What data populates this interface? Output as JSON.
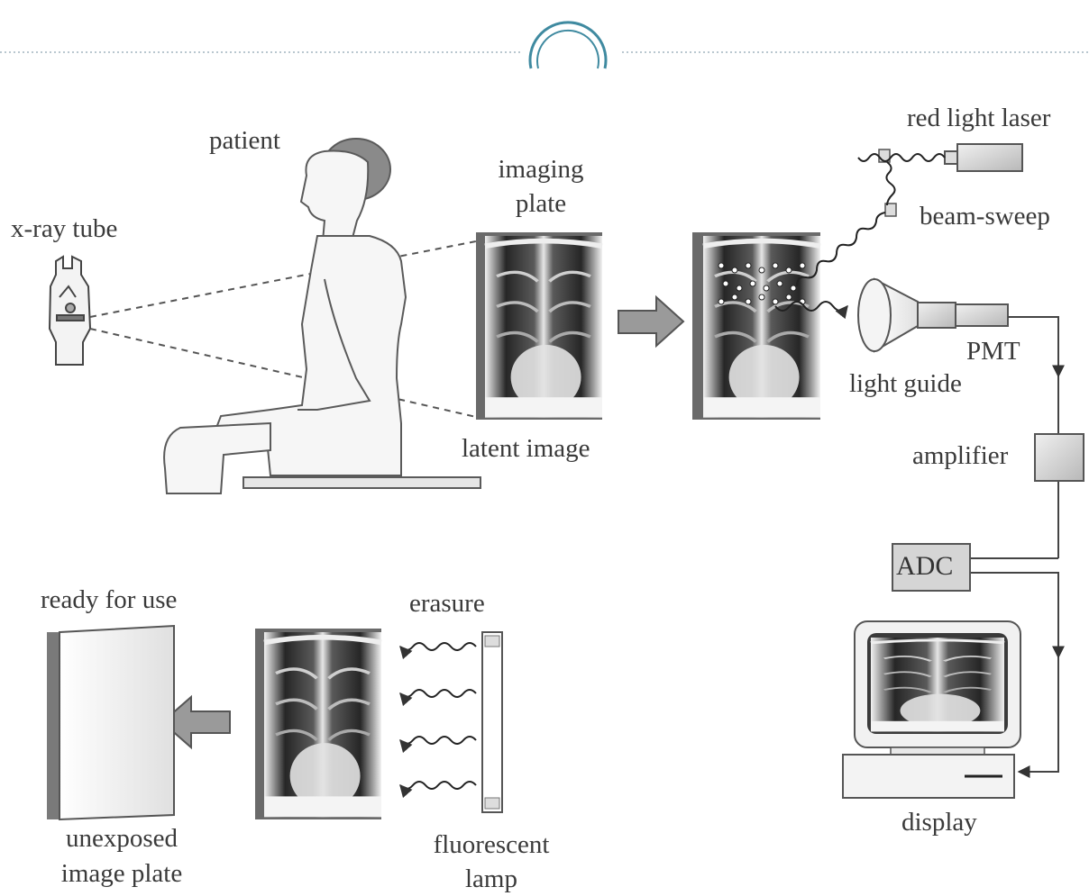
{
  "labels": {
    "xray_tube": "x-ray tube",
    "patient": "patient",
    "imaging_plate_line1": "imaging",
    "imaging_plate_line2": "plate",
    "latent_image": "latent image",
    "red_light_laser": "red light laser",
    "beam_sweep": "beam-sweep",
    "pmt": "PMT",
    "light_guide": "light guide",
    "amplifier": "amplifier",
    "adc": "ADC",
    "display": "display",
    "ready_for_use": "ready for use",
    "erasure": "erasure",
    "unexposed_line1": "unexposed",
    "unexposed_line2": "image plate",
    "fluorescent_line1": "fluorescent",
    "fluorescent_line2": "lamp"
  },
  "colors": {
    "line": "#4a4a4a",
    "arrow_fill": "#9a9a9a",
    "box_fill": "#d8d8d8",
    "xray_dark": "#1a1a1a",
    "xray_light": "#d9d9d9"
  }
}
